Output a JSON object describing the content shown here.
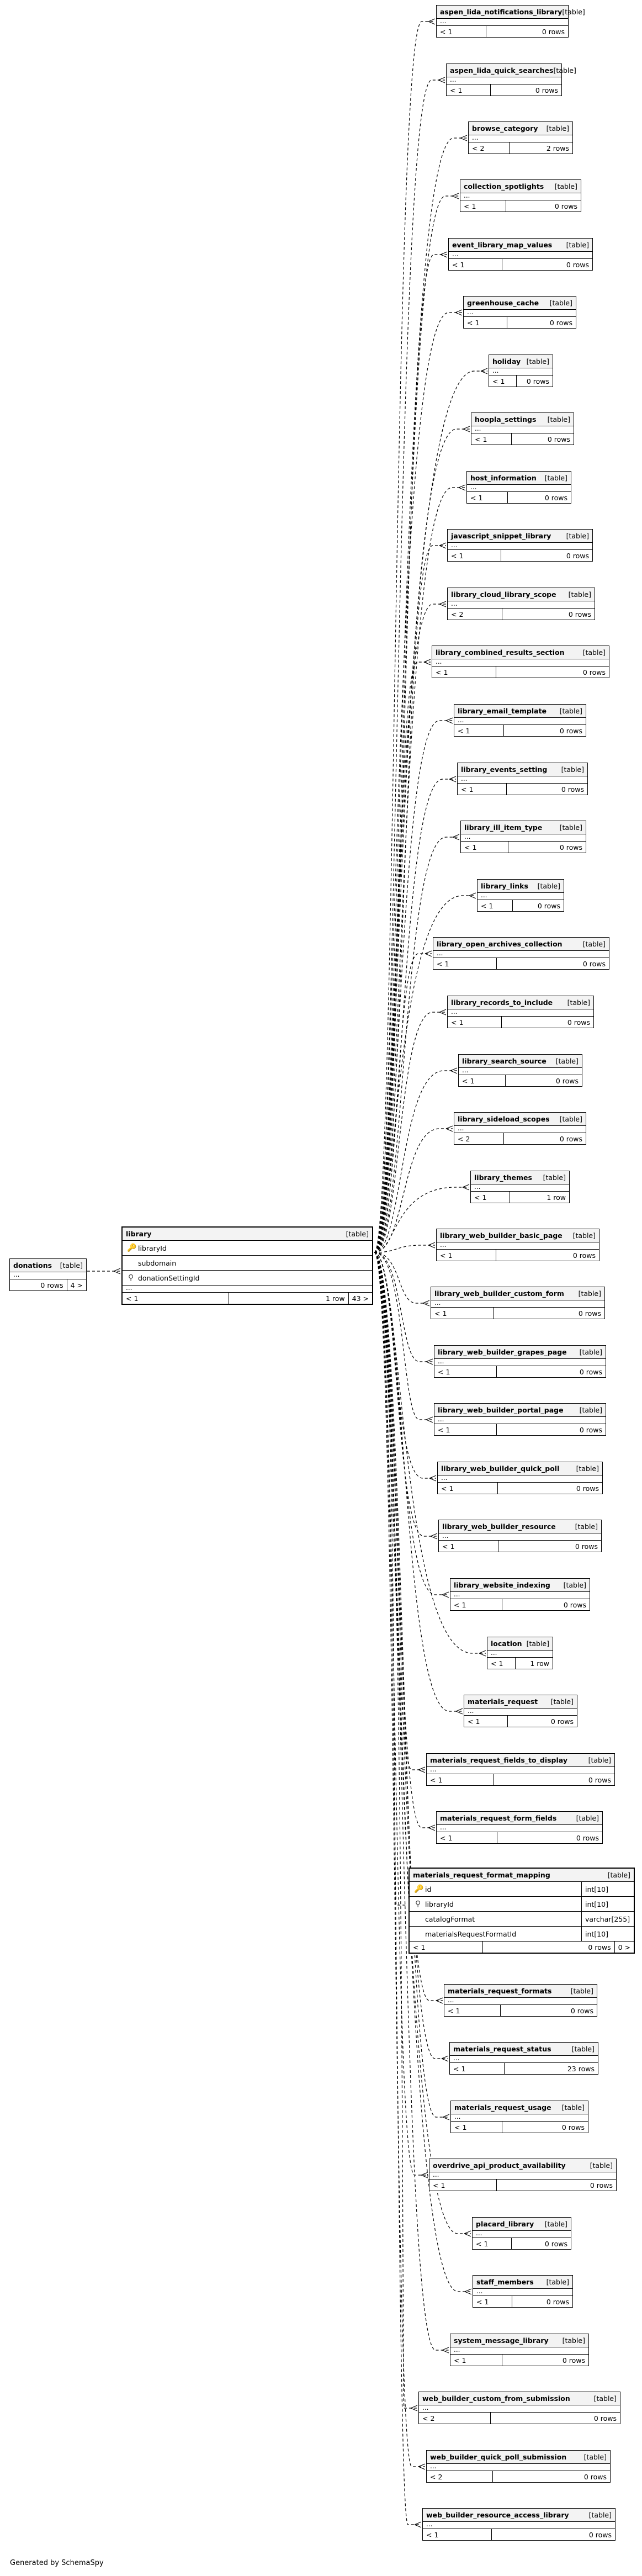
{
  "footer_text": "Generated by SchemaSpy",
  "type_label": "[table]",
  "dots": "...",
  "center_table": {
    "name": "library",
    "columns": [
      {
        "name": "libraryId",
        "icon": "primary-key-icon"
      },
      {
        "name": "subdomain",
        "icon": ""
      },
      {
        "name": "donationSettingId",
        "icon": "foreign-key-icon"
      }
    ],
    "in": "< 1",
    "rows": "1 row",
    "out": "43 >"
  },
  "donations": {
    "name": "donations",
    "rows": "0 rows",
    "out": "4 >"
  },
  "mapping_table": {
    "name": "materials_request_format_mapping",
    "columns": [
      {
        "name": "id",
        "type": "int[10]",
        "icon": "primary-key-icon"
      },
      {
        "name": "libraryId",
        "type": "int[10]",
        "icon": "foreign-key-icon"
      },
      {
        "name": "catalogFormat",
        "type": "varchar[255]",
        "icon": ""
      },
      {
        "name": "materialsRequestFormatId",
        "type": "int[10]",
        "icon": ""
      }
    ],
    "in": "< 1",
    "rows": "0 rows",
    "out": "0 >"
  },
  "tables": [
    {
      "name": "aspen_lida_notifications_library",
      "in": "< 1",
      "rows": "0 rows"
    },
    {
      "name": "aspen_lida_quick_searches",
      "in": "< 1",
      "rows": "0 rows"
    },
    {
      "name": "browse_category",
      "in": "< 2",
      "rows": "2 rows"
    },
    {
      "name": "collection_spotlights",
      "in": "< 1",
      "rows": "0 rows"
    },
    {
      "name": "event_library_map_values",
      "in": "< 1",
      "rows": "0 rows"
    },
    {
      "name": "greenhouse_cache",
      "in": "< 1",
      "rows": "0 rows"
    },
    {
      "name": "holiday",
      "in": "< 1",
      "rows": "0 rows"
    },
    {
      "name": "hoopla_settings",
      "in": "< 1",
      "rows": "0 rows"
    },
    {
      "name": "host_information",
      "in": "< 1",
      "rows": "0 rows"
    },
    {
      "name": "javascript_snippet_library",
      "in": "< 1",
      "rows": "0 rows"
    },
    {
      "name": "library_cloud_library_scope",
      "in": "< 2",
      "rows": "0 rows"
    },
    {
      "name": "library_combined_results_section",
      "in": "< 1",
      "rows": "0 rows"
    },
    {
      "name": "library_email_template",
      "in": "< 1",
      "rows": "0 rows"
    },
    {
      "name": "library_events_setting",
      "in": "< 1",
      "rows": "0 rows"
    },
    {
      "name": "library_ill_item_type",
      "in": "< 1",
      "rows": "0 rows"
    },
    {
      "name": "library_links",
      "in": "< 1",
      "rows": "0 rows"
    },
    {
      "name": "library_open_archives_collection",
      "in": "< 1",
      "rows": "0 rows"
    },
    {
      "name": "library_records_to_include",
      "in": "< 1",
      "rows": "0 rows"
    },
    {
      "name": "library_search_source",
      "in": "< 1",
      "rows": "0 rows"
    },
    {
      "name": "library_sideload_scopes",
      "in": "< 2",
      "rows": "0 rows"
    },
    {
      "name": "library_themes",
      "in": "< 1",
      "rows": "1 row"
    },
    {
      "name": "library_web_builder_basic_page",
      "in": "< 1",
      "rows": "0 rows"
    },
    {
      "name": "library_web_builder_custom_form",
      "in": "< 1",
      "rows": "0 rows"
    },
    {
      "name": "library_web_builder_grapes_page",
      "in": "< 1",
      "rows": "0 rows"
    },
    {
      "name": "library_web_builder_portal_page",
      "in": "< 1",
      "rows": "0 rows"
    },
    {
      "name": "library_web_builder_quick_poll",
      "in": "< 1",
      "rows": "0 rows"
    },
    {
      "name": "library_web_builder_resource",
      "in": "< 1",
      "rows": "0 rows"
    },
    {
      "name": "library_website_indexing",
      "in": "< 1",
      "rows": "0 rows"
    },
    {
      "name": "location",
      "in": "< 1",
      "rows": "1 row"
    },
    {
      "name": "materials_request",
      "in": "< 1",
      "rows": "0 rows"
    },
    {
      "name": "materials_request_fields_to_display",
      "in": "< 1",
      "rows": "0 rows"
    },
    {
      "name": "materials_request_form_fields",
      "in": "< 1",
      "rows": "0 rows"
    },
    {
      "name": "materials_request_formats",
      "in": "< 1",
      "rows": "0 rows"
    },
    {
      "name": "materials_request_status",
      "in": "< 1",
      "rows": "23 rows"
    },
    {
      "name": "materials_request_usage",
      "in": "< 1",
      "rows": "0 rows"
    },
    {
      "name": "overdrive_api_product_availability",
      "in": "< 1",
      "rows": "0 rows"
    },
    {
      "name": "placard_library",
      "in": "< 1",
      "rows": "0 rows"
    },
    {
      "name": "staff_members",
      "in": "< 1",
      "rows": "0 rows"
    },
    {
      "name": "system_message_library",
      "in": "< 1",
      "rows": "0 rows"
    },
    {
      "name": "web_builder_custom_from_submission",
      "in": "< 2",
      "rows": "0 rows"
    },
    {
      "name": "web_builder_quick_poll_submission",
      "in": "< 2",
      "rows": "0 rows"
    },
    {
      "name": "web_builder_resource_access_library",
      "in": "< 1",
      "rows": "0 rows"
    }
  ]
}
